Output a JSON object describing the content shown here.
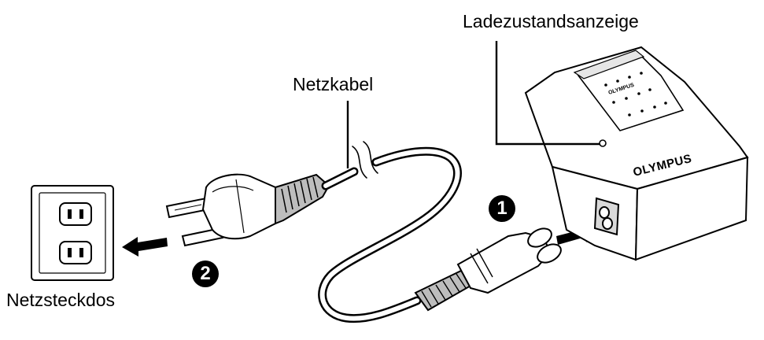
{
  "labels": {
    "charge_indicator": "Ladezustandsanzeige",
    "power_cable": "Netzkabel",
    "wall_outlet": "Netzsteckdos",
    "brand": "OLYMPUS"
  },
  "steps": [
    {
      "number": "1"
    },
    {
      "number": "2"
    }
  ],
  "colors": {
    "line": "#000000",
    "fill": "#ffffff",
    "cord_shade": "#9a9a9a"
  }
}
